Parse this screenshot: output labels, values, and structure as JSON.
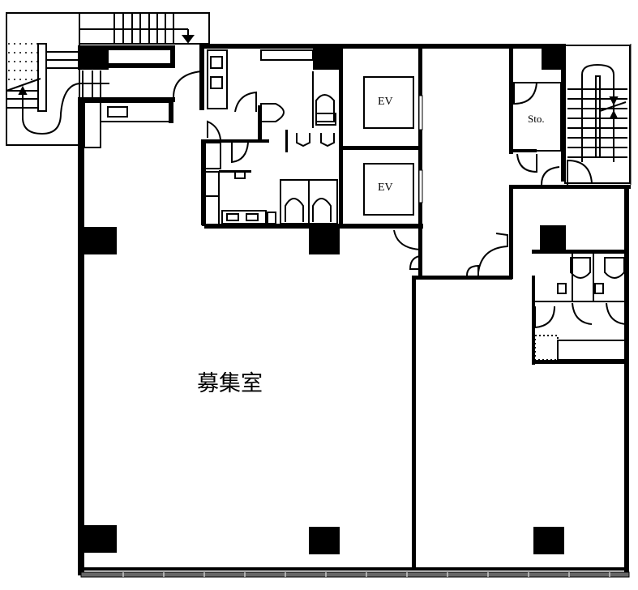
{
  "plan": {
    "type": "office floor plan",
    "labels": {
      "main_room": "募集室",
      "elevator_1": "EV",
      "elevator_2": "EV",
      "storage": "Sto."
    },
    "colors": {
      "wall": "#000000",
      "background": "#ffffff",
      "window": "#555555"
    },
    "rooms": [
      {
        "id": "main-room",
        "label": "募集室"
      },
      {
        "id": "right-room",
        "label": ""
      },
      {
        "id": "elevator-1",
        "label": "EV"
      },
      {
        "id": "elevator-2",
        "label": "EV"
      },
      {
        "id": "storage",
        "label": "Sto."
      },
      {
        "id": "stair-left",
        "label": ""
      },
      {
        "id": "stair-right",
        "label": ""
      },
      {
        "id": "restroom-center",
        "label": ""
      },
      {
        "id": "restroom-right",
        "label": ""
      }
    ]
  }
}
